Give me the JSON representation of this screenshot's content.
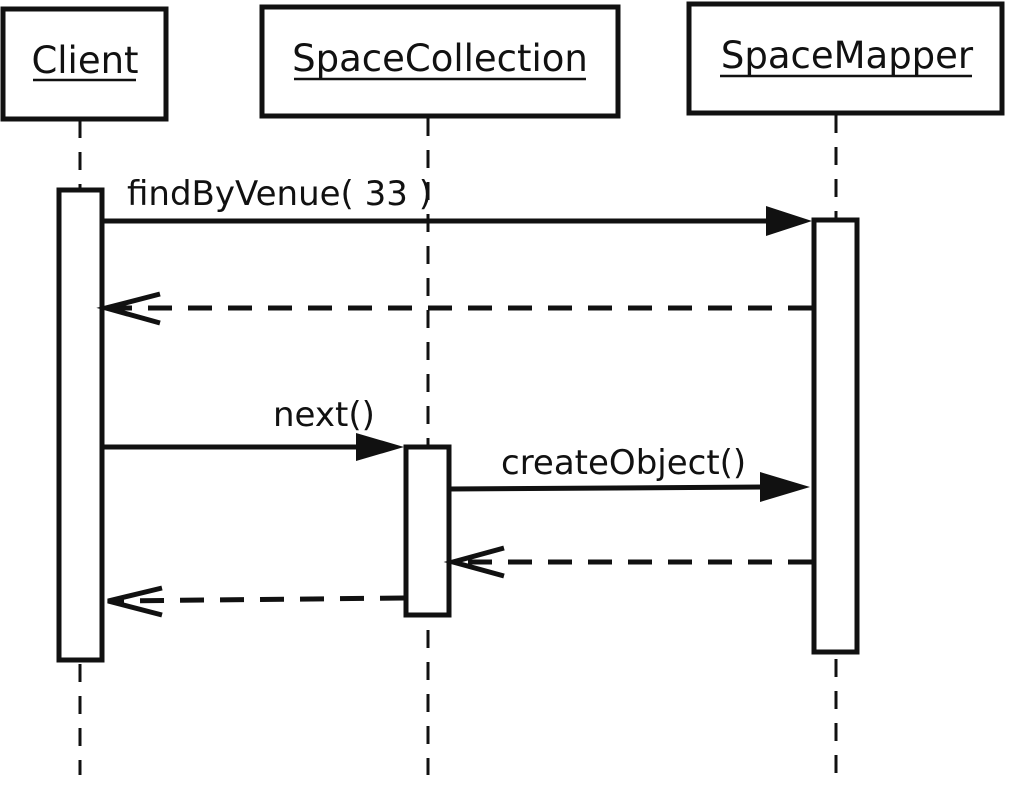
{
  "participants": [
    {
      "id": "client",
      "name": "Client"
    },
    {
      "id": "space_collection",
      "name": "SpaceCollection"
    },
    {
      "id": "space_mapper",
      "name": "SpaceMapper"
    }
  ],
  "messages": [
    {
      "from": "client",
      "to": "space_mapper",
      "kind": "call",
      "label": "findByVenue( 33 )"
    },
    {
      "from": "space_mapper",
      "to": "client",
      "kind": "return",
      "label": ""
    },
    {
      "from": "client",
      "to": "space_collection",
      "kind": "call",
      "label": "next()"
    },
    {
      "from": "space_collection",
      "to": "space_mapper",
      "kind": "call",
      "label": "createObject()"
    },
    {
      "from": "space_mapper",
      "to": "space_collection",
      "kind": "return",
      "label": ""
    },
    {
      "from": "space_collection",
      "to": "client",
      "kind": "return",
      "label": ""
    }
  ],
  "colors": {
    "stroke": "#111111",
    "fill": "#ffffff"
  }
}
